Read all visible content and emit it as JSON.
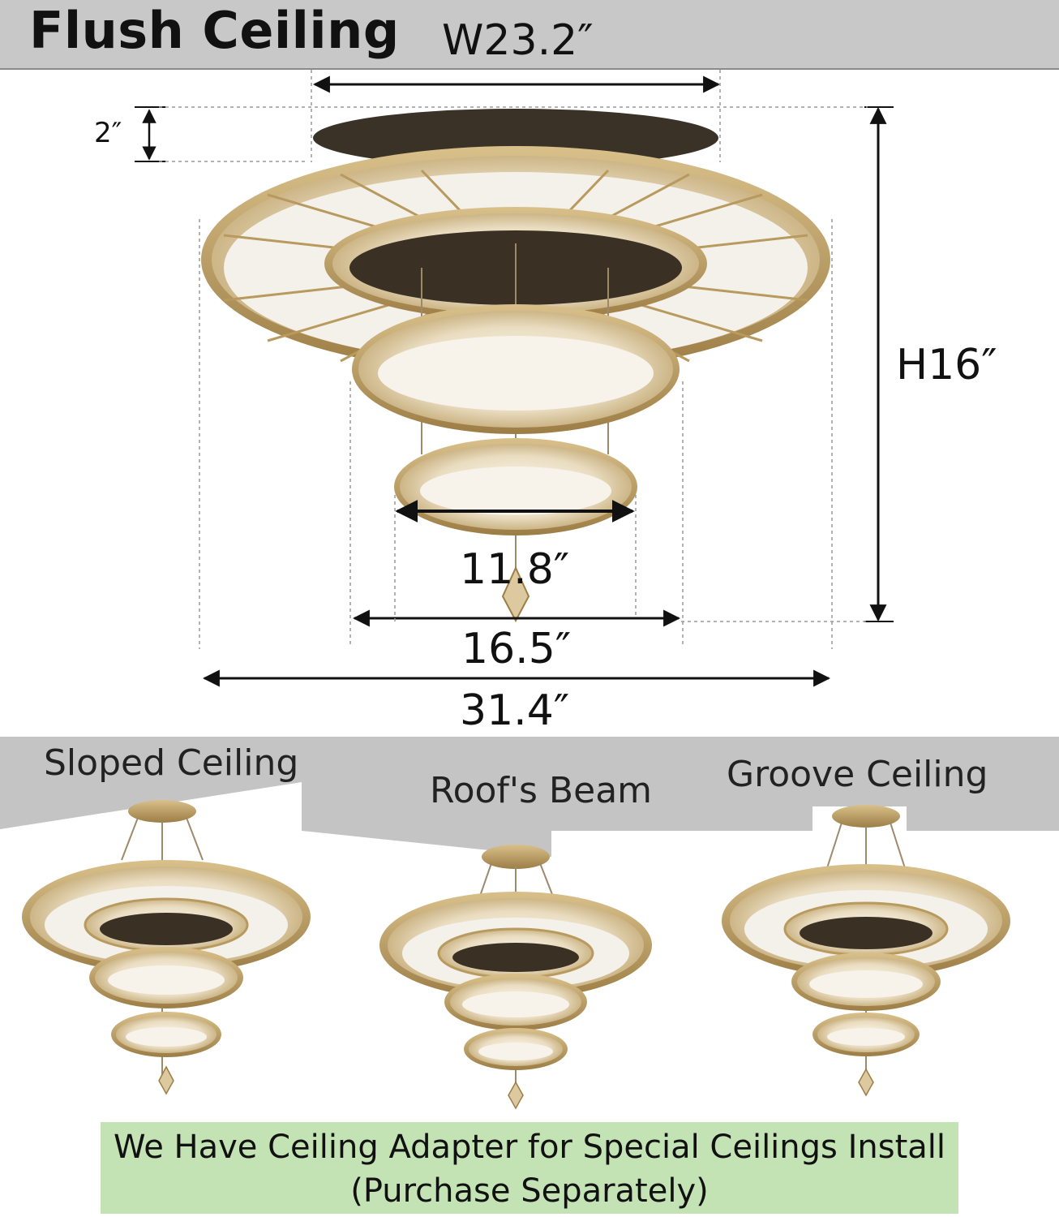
{
  "header": {
    "title": "Flush Ceiling"
  },
  "dimensions": {
    "width_top": "W23.2″",
    "height": "H16″",
    "canopy_height": "2″",
    "ring_small": "11.8″",
    "ring_medium": "16.5″",
    "ring_large": "31.4″"
  },
  "scenes": {
    "sloped": "Sloped Ceiling",
    "beam": "Roof's Beam",
    "groove": "Groove Ceiling"
  },
  "banner": {
    "line1": "We Have Ceiling Adapter for Special Ceilings Install",
    "line2": "(Purchase Separately)"
  },
  "colors": {
    "gold": "#b89a5e",
    "crystal": "#efe6d2",
    "ceiling_gray": "#c4c4c4",
    "banner_green": "#c4e3b4"
  }
}
